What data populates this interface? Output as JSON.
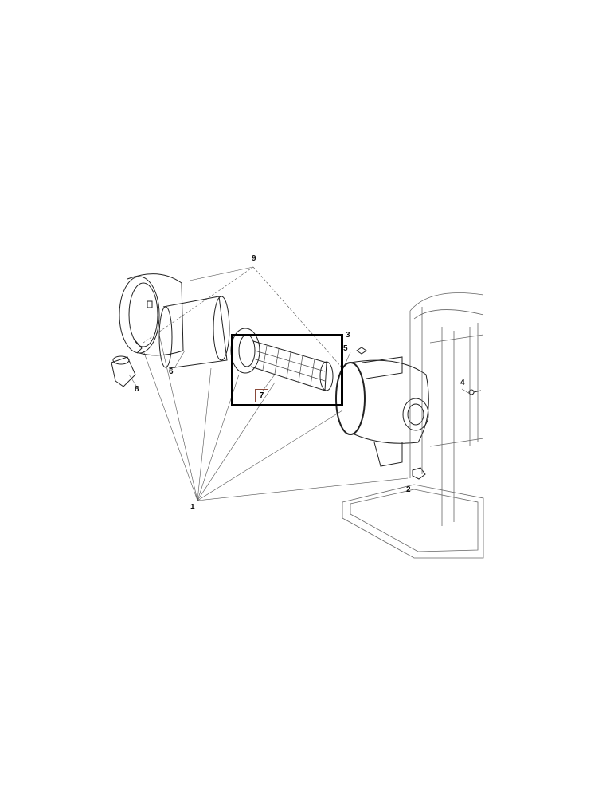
{
  "callouts": [
    {
      "id": "1",
      "text": "1"
    },
    {
      "id": "2",
      "text": "2"
    },
    {
      "id": "3",
      "text": "3"
    },
    {
      "id": "4",
      "text": "4"
    },
    {
      "id": "5",
      "text": "5"
    },
    {
      "id": "6",
      "text": "6"
    },
    {
      "id": "7",
      "text": "7"
    },
    {
      "id": "8",
      "text": "8"
    },
    {
      "id": "9",
      "text": "9"
    }
  ],
  "highlighted_part": "7",
  "colors": {
    "line": "#222222",
    "highlight_box": "#000000",
    "label_box": "#8a4a3a"
  }
}
